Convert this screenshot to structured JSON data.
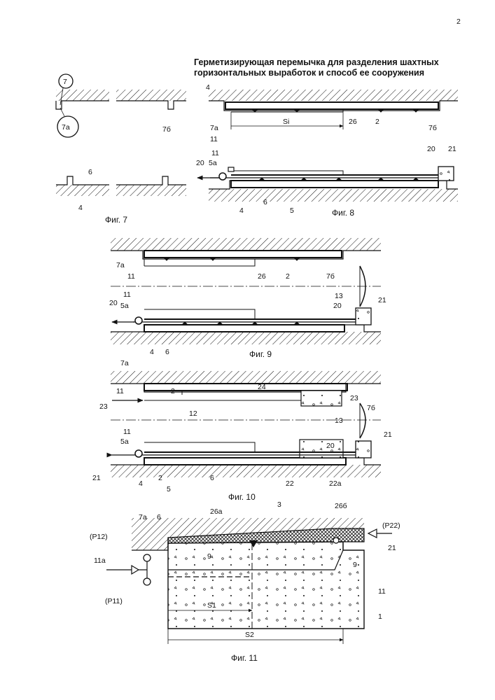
{
  "page_number": "2",
  "title_lines": [
    "Герметизирующая перемычка для разделения шахтных",
    "горизонтальных выработок и способ ее сооружения"
  ],
  "colors": {
    "ink": "#111111",
    "paper": "#ffffff"
  },
  "figures": {
    "fig7": {
      "caption": "Фиг. 7",
      "labels": {
        "c7": "7",
        "c7a": "7а",
        "l7b": "7б",
        "l6": "6",
        "l4": "4"
      }
    },
    "fig8": {
      "caption": "Фиг. 8",
      "labels": {
        "l4": "4",
        "l7a": "7а",
        "l11": "11",
        "lSi": "Si",
        "l26b": "26",
        "l2": "2",
        "l7b": "7б",
        "l11b": "11",
        "l5a": "5а",
        "l20": "20",
        "l20b": "20",
        "l21": "21",
        "l4b": "4",
        "l6": "6",
        "l5": "5"
      }
    },
    "fig9": {
      "caption": "Фиг. 9",
      "labels": {
        "l7a": "7а",
        "l11": "11",
        "l26b": "26",
        "l2": "2",
        "l7b": "7б",
        "l13": "13",
        "l11b": "11",
        "l5a": "5а",
        "l20": "20",
        "l20b": "20",
        "l21": "21",
        "l4": "4",
        "l6": "6"
      }
    },
    "fig10": {
      "caption": "Фиг. 10",
      "labels": {
        "l7a": "7а",
        "l11": "11",
        "l2": "2",
        "l24": "24",
        "l23": "23",
        "l23b": "23",
        "l7b": "7б",
        "l12": "12",
        "l13": "13",
        "l11b": "11",
        "l5a": "5а",
        "l21": "21",
        "l20": "20",
        "l21b": "21",
        "l4": "4",
        "l2b": "2",
        "l5": "5",
        "l6": "6",
        "l22": "22",
        "l22a": "22а"
      }
    },
    "fig11": {
      "caption": "Фиг. 11",
      "labels": {
        "l7a": "7а",
        "l6": "6",
        "l26a": "26а",
        "l3": "3",
        "l26b": "26б",
        "lP22": "(P22)",
        "l21": "21",
        "lP12": "(P12)",
        "l9": "9",
        "l9b": "9",
        "l11a": "11а",
        "l11": "11",
        "lP11": "(P11)",
        "lS1": "S1",
        "l1": "1",
        "lS2": "S2"
      }
    }
  }
}
